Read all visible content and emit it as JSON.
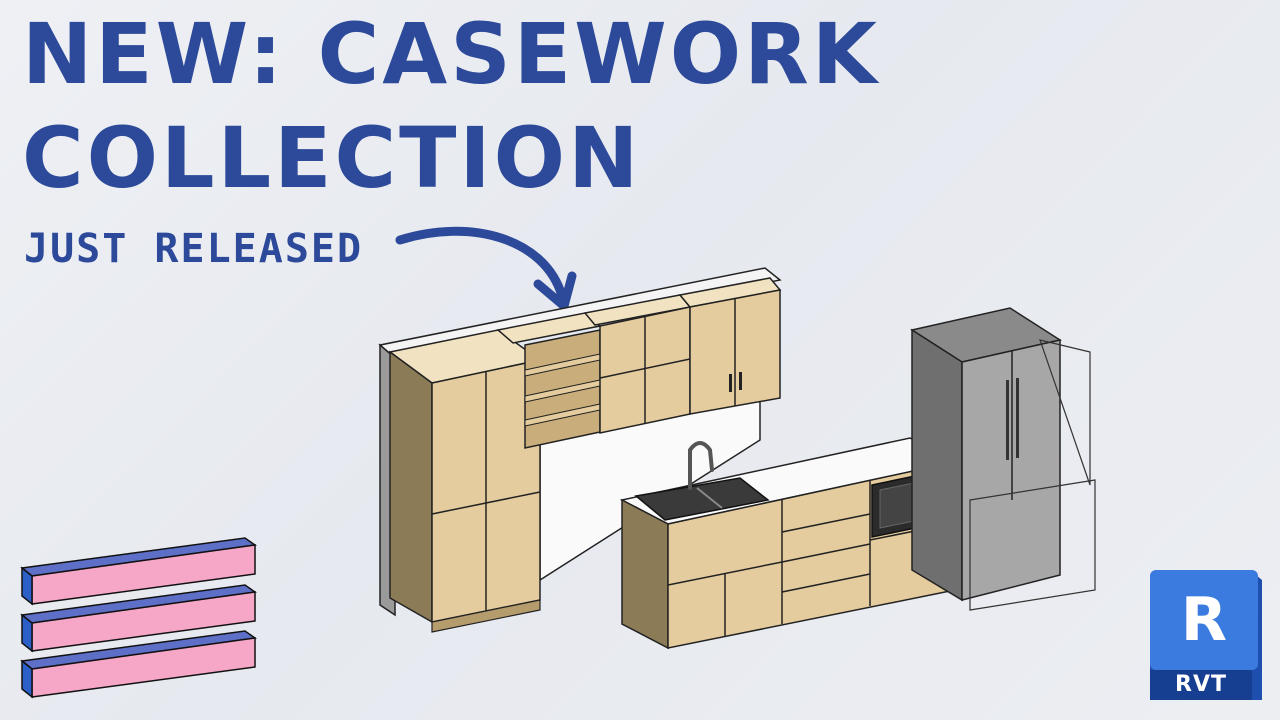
{
  "headline": {
    "line1": "NEW: CASEWORK",
    "line2": "COLLECTION",
    "subtitle": "JUST RELEASED"
  },
  "badge": {
    "letter": "R",
    "label": "RVT",
    "color": "#2c5fc7"
  },
  "colors": {
    "title": "#2d4a9a",
    "cabinet_wood": "#e6cfa3",
    "stack_top": "#f6a7c8",
    "stack_side": "#5d6fc7"
  },
  "icons": [
    "arrow-icon",
    "stacked-bars-icon",
    "revit-logo-icon"
  ]
}
